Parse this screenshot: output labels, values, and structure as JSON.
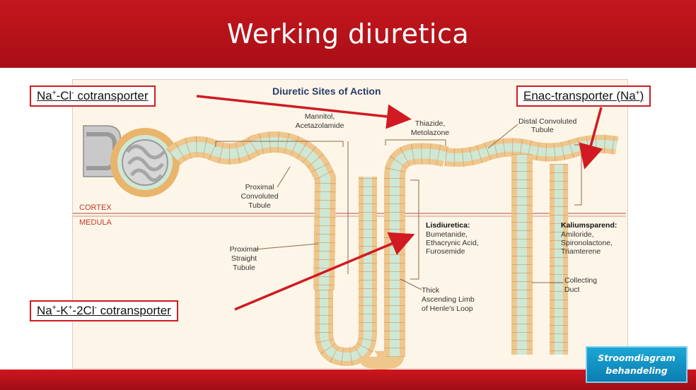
{
  "slide": {
    "title": "Werking diuretica",
    "nav_button": {
      "line1": "Stroomdiagram",
      "line2": "behandeling"
    }
  },
  "diagram": {
    "title": "Diuretic Sites of Action",
    "zones": {
      "cortex": "CORTEX",
      "medulla": "MEDULA"
    },
    "labels": {
      "mannitol": [
        "Mannitol,",
        "Acetazolamide"
      ],
      "thiazide": [
        "Thiazide,",
        "Metolazone"
      ],
      "distal": [
        "Distal Convoluted",
        "Tubule"
      ],
      "proximal_convoluted": [
        "Proximal",
        "Convoluted",
        "Tubule"
      ],
      "proximal_straight": [
        "Proximal",
        "Straight",
        "Tubule"
      ],
      "lisdiuretica": [
        "Lisdiuretica:",
        "Bumetanide,",
        "Ethacrynic Acid,",
        "Furosemide"
      ],
      "kaliumsparend": [
        "Kaliumsparend:",
        "Amiloride,",
        "Spironolactone,",
        "Triamterene"
      ],
      "thick_limb": [
        "Thick",
        "Ascending Limb",
        "of Henle's Loop"
      ],
      "collecting": [
        "Collecting",
        "Duct"
      ]
    }
  },
  "callouts": {
    "nacl": {
      "pre": "Na",
      "sup1": "+",
      "mid": "-Cl",
      "sup2": "-",
      "post": " cotransporter"
    },
    "nak2cl": {
      "pre": "Na",
      "sup1": "+",
      "mid1": "-K",
      "sup2": "+",
      "mid2": "-2Cl",
      "sup3": "-",
      "post": " cotransporter"
    },
    "enac": {
      "pre": "Enac-transporter (Na",
      "sup1": "+",
      "post": ")"
    }
  },
  "colors": {
    "header_red": "#c4161e",
    "callout_border": "#d11a22",
    "arrow_red": "#d11a22",
    "tubule_fill": "#cfe8d6",
    "cell_fill": "#f6cf93",
    "nav_blue": "#0f8fc4"
  }
}
